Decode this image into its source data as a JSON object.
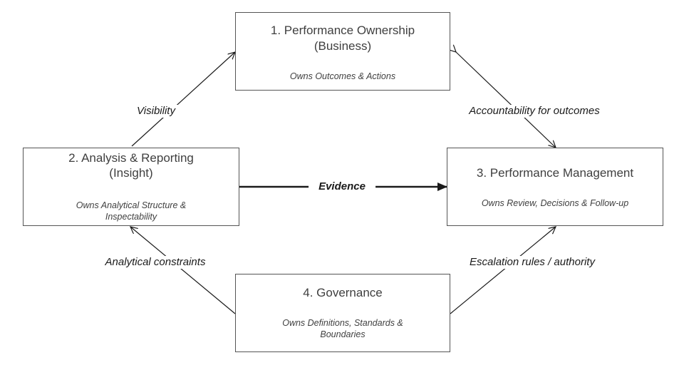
{
  "nodes": {
    "ownership": {
      "title_line1": "1. Performance Ownership",
      "title_line2": "(Business)",
      "subtitle": "Owns Outcomes & Actions"
    },
    "analysis": {
      "title_line1": "2. Analysis & Reporting",
      "title_line2": "(Insight)",
      "subtitle_line1": "Owns Analytical Structure &",
      "subtitle_line2": "Inspectability"
    },
    "management": {
      "title_line1": "3. Performance Management",
      "subtitle": "Owns Review, Decisions & Follow-up"
    },
    "governance": {
      "title_line1": "4. Governance",
      "subtitle_line1": "Owns Definitions, Standards &",
      "subtitle_line2": "Boundaries"
    }
  },
  "edges": {
    "visibility": "Visibility",
    "accountability": "Accountability for outcomes",
    "evidence": "Evidence",
    "analytical_constraints": "Analytical constraints",
    "escalation": "Escalation rules / authority"
  },
  "colors": {
    "line": "#1a1a1a",
    "box_border": "#555555"
  }
}
